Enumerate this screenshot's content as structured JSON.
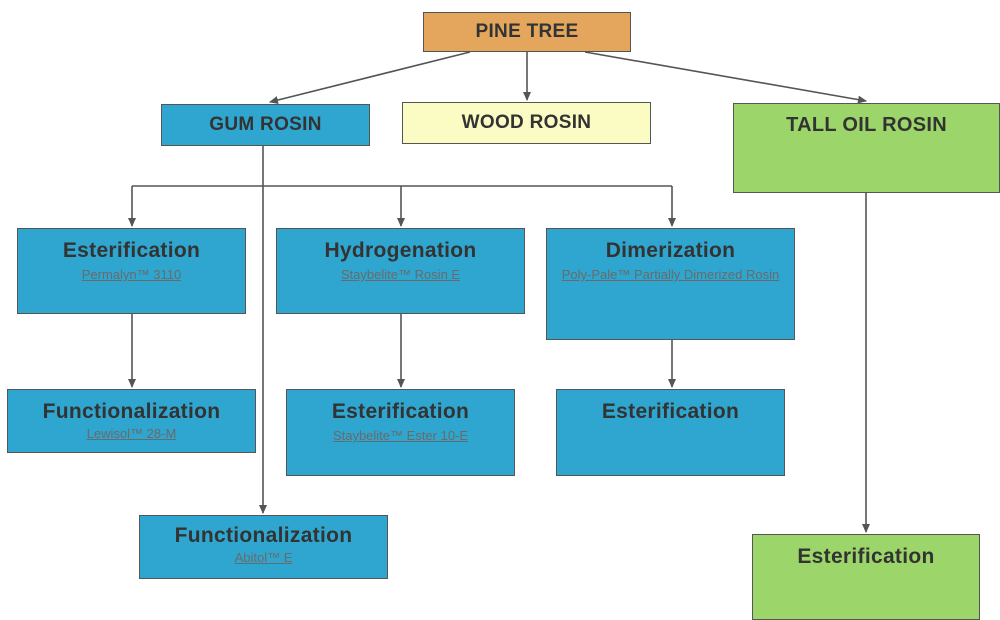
{
  "diagram": {
    "root": {
      "label": "PINE TREE"
    },
    "rosins": {
      "gum": {
        "label": "GUM ROSIN"
      },
      "wood": {
        "label": "WOOD ROSIN"
      },
      "tall": {
        "label": "TALL OIL ROSIN"
      }
    },
    "processes": {
      "esterification_1": {
        "label": "Esterification",
        "product": "Permalyn™ 3110"
      },
      "hydrogenation": {
        "label": "Hydrogenation",
        "product": "Staybelite™ Rosin E"
      },
      "dimerization": {
        "label": "Dimerization",
        "product": "Poly-Pale™ Partially Dimerized Rosin"
      },
      "functionalization_1": {
        "label": "Functionalization",
        "product": "Lewisol™ 28-M"
      },
      "esterification_2": {
        "label": "Esterification",
        "product": "Staybelite™ Ester 10-E"
      },
      "esterification_3": {
        "label": "Esterification"
      },
      "functionalization_2": {
        "label": "Functionalization",
        "product": "Abitol™ E"
      },
      "esterification_4": {
        "label": "Esterification"
      }
    }
  },
  "colors": {
    "root": "#e3a65c",
    "gum_rosin": "#2fa6cf",
    "wood_rosin": "#fbfbc4",
    "tall_oil_rosin": "#9cd66a",
    "connector": "#555555"
  }
}
